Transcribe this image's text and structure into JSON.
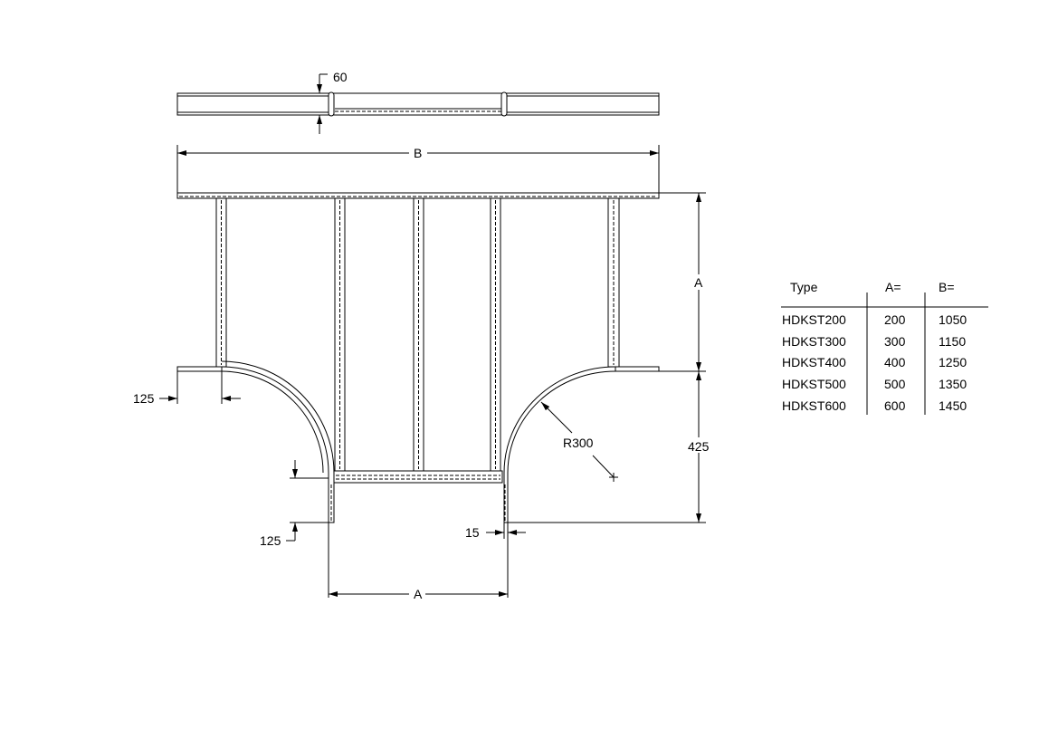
{
  "drawing": {
    "dims": {
      "height_60": "60",
      "width_B": "B",
      "height_A": "A",
      "height_425": "425",
      "offset_125_left": "125",
      "offset_125_bottom": "125",
      "gap_15": "15",
      "width_A_bottom": "A",
      "radius": "R300"
    }
  },
  "table": {
    "headers": [
      "Type",
      "A=",
      "B="
    ],
    "rows": [
      [
        "HDKST200",
        "200",
        "1050"
      ],
      [
        "HDKST300",
        "300",
        "1150"
      ],
      [
        "HDKST400",
        "400",
        "1250"
      ],
      [
        "HDKST500",
        "500",
        "1350"
      ],
      [
        "HDKST600",
        "600",
        "1450"
      ]
    ]
  }
}
